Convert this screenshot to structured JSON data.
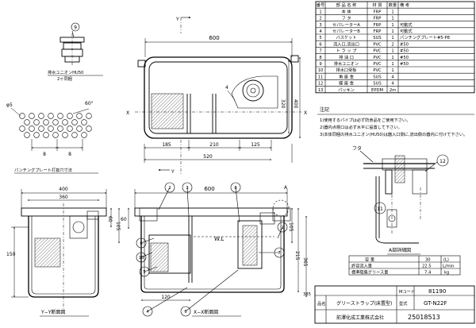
{
  "parts_table": {
    "headers": [
      "番号",
      "部 品 名 称",
      "材 質",
      "数量",
      "備 考"
    ],
    "rows": [
      [
        "1",
        "本 体",
        "FRP",
        "1",
        ""
      ],
      [
        "2",
        "フ タ",
        "FRP",
        "1",
        ""
      ],
      [
        "3",
        "セパレーターA",
        "FRP",
        "1",
        "可動式"
      ],
      [
        "4",
        "セパレーターB",
        "FRP",
        "1",
        "可動式"
      ],
      [
        "5",
        "バスケット",
        "SUS",
        "1",
        "パンチングプレート#5-P8"
      ],
      [
        "6",
        "流入口,流出口",
        "PVC",
        "2",
        "#50"
      ],
      [
        "7",
        "ト ラ ッ プ",
        "PVC",
        "1",
        "#50"
      ],
      [
        "8",
        "排 油 口",
        "PVC",
        "1",
        "#50"
      ],
      [
        "9",
        "排水ユニオン",
        "PVC",
        "1",
        "#50"
      ],
      [
        "10",
        "排水口受板",
        "PVC",
        "1",
        ""
      ],
      [
        "11",
        "角 座 金",
        "SUS",
        "4",
        ""
      ],
      [
        "12",
        "蝶 座 金",
        "SUS",
        "4",
        ""
      ],
      [
        "13",
        "パッキン",
        "EPDM",
        "2m",
        ""
      ]
    ]
  },
  "notes": {
    "title": "注記",
    "lines": [
      "1)使用するパイプは必ず防食品をご使用下さい。",
      "2)器内点検口は必ず水平に設置して下さい。",
      "3)本体同梱の排水ユニオン(HU50)は器入口側に,流出側の器内に付けて下さい。"
    ]
  },
  "top_view": {
    "dims": [
      "600",
      "320",
      "400",
      "185",
      "210",
      "125",
      "520"
    ],
    "axis_labels": [
      "Y",
      "Y",
      "X",
      "X"
    ],
    "label_4": "4"
  },
  "union_detail": {
    "balloon": "9",
    "caption1": "排水ユニオンHU50",
    "caption2": "2ヶ同梱"
  },
  "punching": {
    "hole": "φ5",
    "angle": "60°",
    "pitch_a": "8",
    "pitch_b": "8",
    "caption": "パンチングプレート打抜穴寸法"
  },
  "side_view": {
    "dims": [
      "400",
      "360",
      "150",
      "60",
      "105"
    ],
    "caption": "Y−Y断面図"
  },
  "front_view": {
    "dims": [
      "600",
      "215",
      "365",
      "105",
      "120",
      "60",
      "385"
    ],
    "balloons": [
      "2",
      "3",
      "8",
      "1",
      "6",
      "10",
      "5",
      "7",
      "4",
      "6"
    ],
    "wl": "W.L",
    "caption": "X−X断面図",
    "a_mark": "A"
  },
  "a_detail": {
    "balloons": [
      "12",
      "11"
    ],
    "lid_label": "フタ",
    "caption": "A部詳細図"
  },
  "capacity_table": {
    "headers": [
      "容 量",
      "",
      "30",
      "(L)"
    ],
    "rows": [
      [
        "許容流入量",
        "",
        "22.5",
        "L/min"
      ],
      [
        "標準阻集グリース量",
        "",
        "7.4",
        "kg"
      ]
    ]
  },
  "title_block": {
    "mcode_label": "Mコード",
    "mcode": "81190",
    "product_label": "品名",
    "product": "グリーストラップ(床置型)",
    "model_label": "型式",
    "model": "GT-N22F",
    "company": "前澤化成工業株式会社",
    "drawing_no": "25018513"
  }
}
